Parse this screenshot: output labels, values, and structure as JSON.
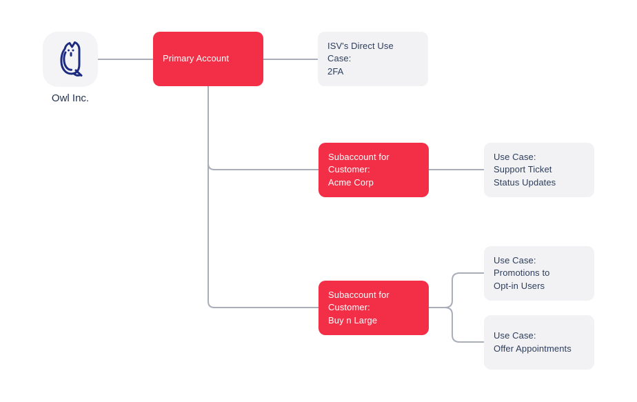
{
  "diagram": {
    "company": {
      "label": "Owl Inc.",
      "icon": "owl-icon"
    },
    "nodes": {
      "primary_account": {
        "label": "Primary Account",
        "type": "account"
      },
      "isv_use_case": {
        "label": "ISV's Direct Use Case:\n2FA",
        "type": "use_case"
      },
      "acme_subaccount": {
        "label": "Subaccount for\nCustomer:\nAcme Corp",
        "type": "account"
      },
      "acme_use_case": {
        "label": "Use Case:\nSupport Ticket\nStatus Updates",
        "type": "use_case"
      },
      "bnl_subaccount": {
        "label": "Subaccount for\nCustomer:\nBuy n Large",
        "type": "account"
      },
      "bnl_use_case_promotions": {
        "label": "Use Case:\nPromotions to\nOpt-in Users",
        "type": "use_case"
      },
      "bnl_use_case_appointments": {
        "label": "Use Case:\nOffer Appointments",
        "type": "use_case"
      }
    },
    "edges": [
      {
        "from": "company",
        "to": "primary_account"
      },
      {
        "from": "primary_account",
        "to": "isv_use_case"
      },
      {
        "from": "primary_account",
        "to": "acme_subaccount"
      },
      {
        "from": "primary_account",
        "to": "bnl_subaccount"
      },
      {
        "from": "acme_subaccount",
        "to": "acme_use_case"
      },
      {
        "from": "bnl_subaccount",
        "to": "bnl_use_case_promotions"
      },
      {
        "from": "bnl_subaccount",
        "to": "bnl_use_case_appointments"
      }
    ],
    "colors": {
      "account_node": "#F22F46",
      "use_case_node": "#F2F2F4",
      "node_text_light": "#FFFFFF",
      "node_text_dark": "#2C3D5B",
      "connector_line": "#A8ADB8",
      "owl_icon": "#1C2A80",
      "company_tile": "#F4F4F6",
      "background": "#FFFFFF"
    }
  }
}
